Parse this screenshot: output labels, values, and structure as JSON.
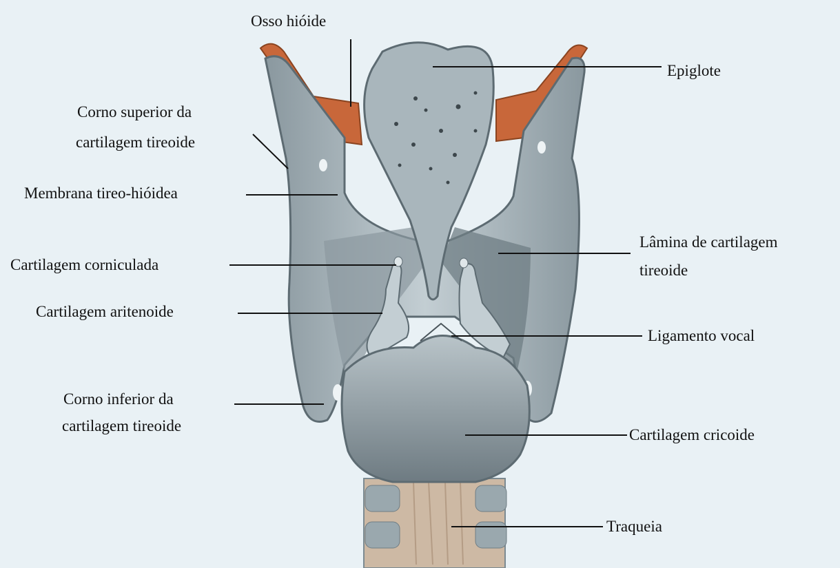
{
  "labels": {
    "osso_hioide": "Osso hióide",
    "epiglote": "Epiglote",
    "corno_superior_1": "Corno superior da",
    "corno_superior_2": "cartilagem tireoide",
    "membrana": "Membrana tireo-hióidea",
    "lamina_1": "Lâmina de cartilagem",
    "lamina_2": "tireoide",
    "corniculada": "Cartilagem corniculada",
    "aritenoide": "Cartilagem aritenoide",
    "ligamento": "Ligamento vocal",
    "corno_inferior_1": "Corno inferior da",
    "corno_inferior_2": "cartilagem tireoide",
    "cricoide": "Cartilagem cricoide",
    "traqueia": "Traqueia"
  },
  "colors": {
    "background": "#e9f1f5",
    "bone": "#c8673a",
    "cartilage": "#a9b6bc",
    "shadow": "#6f7d84",
    "line": "#111111"
  }
}
